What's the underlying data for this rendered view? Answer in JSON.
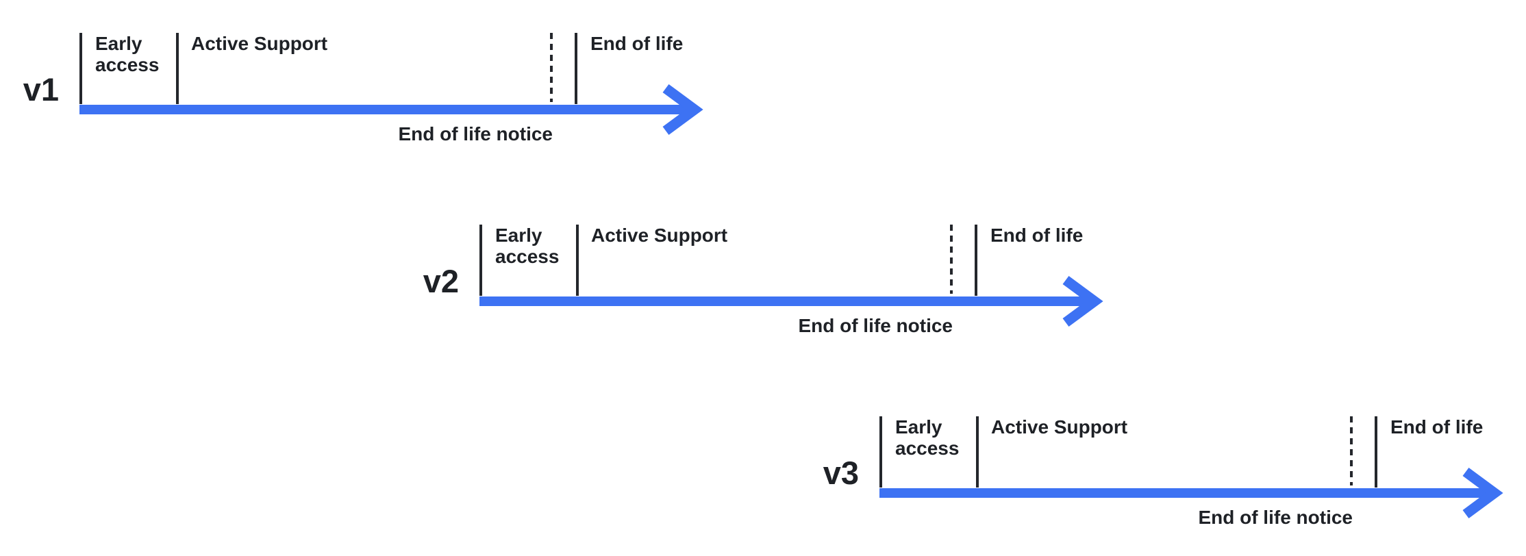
{
  "colors": {
    "accent": "#3D72F3",
    "ink": "#1E2126"
  },
  "timelines": [
    {
      "version": "v1",
      "early_access": "Early access",
      "active_support": "Active Support",
      "end_of_life": "End of life",
      "end_of_life_notice": "End of life notice"
    },
    {
      "version": "v2",
      "early_access": "Early access",
      "active_support": "Active Support",
      "end_of_life": "End of life",
      "end_of_life_notice": "End of life notice"
    },
    {
      "version": "v3",
      "early_access": "Early access",
      "active_support": "Active Support",
      "end_of_life": "End of life",
      "end_of_life_notice": "End of life notice"
    }
  ]
}
